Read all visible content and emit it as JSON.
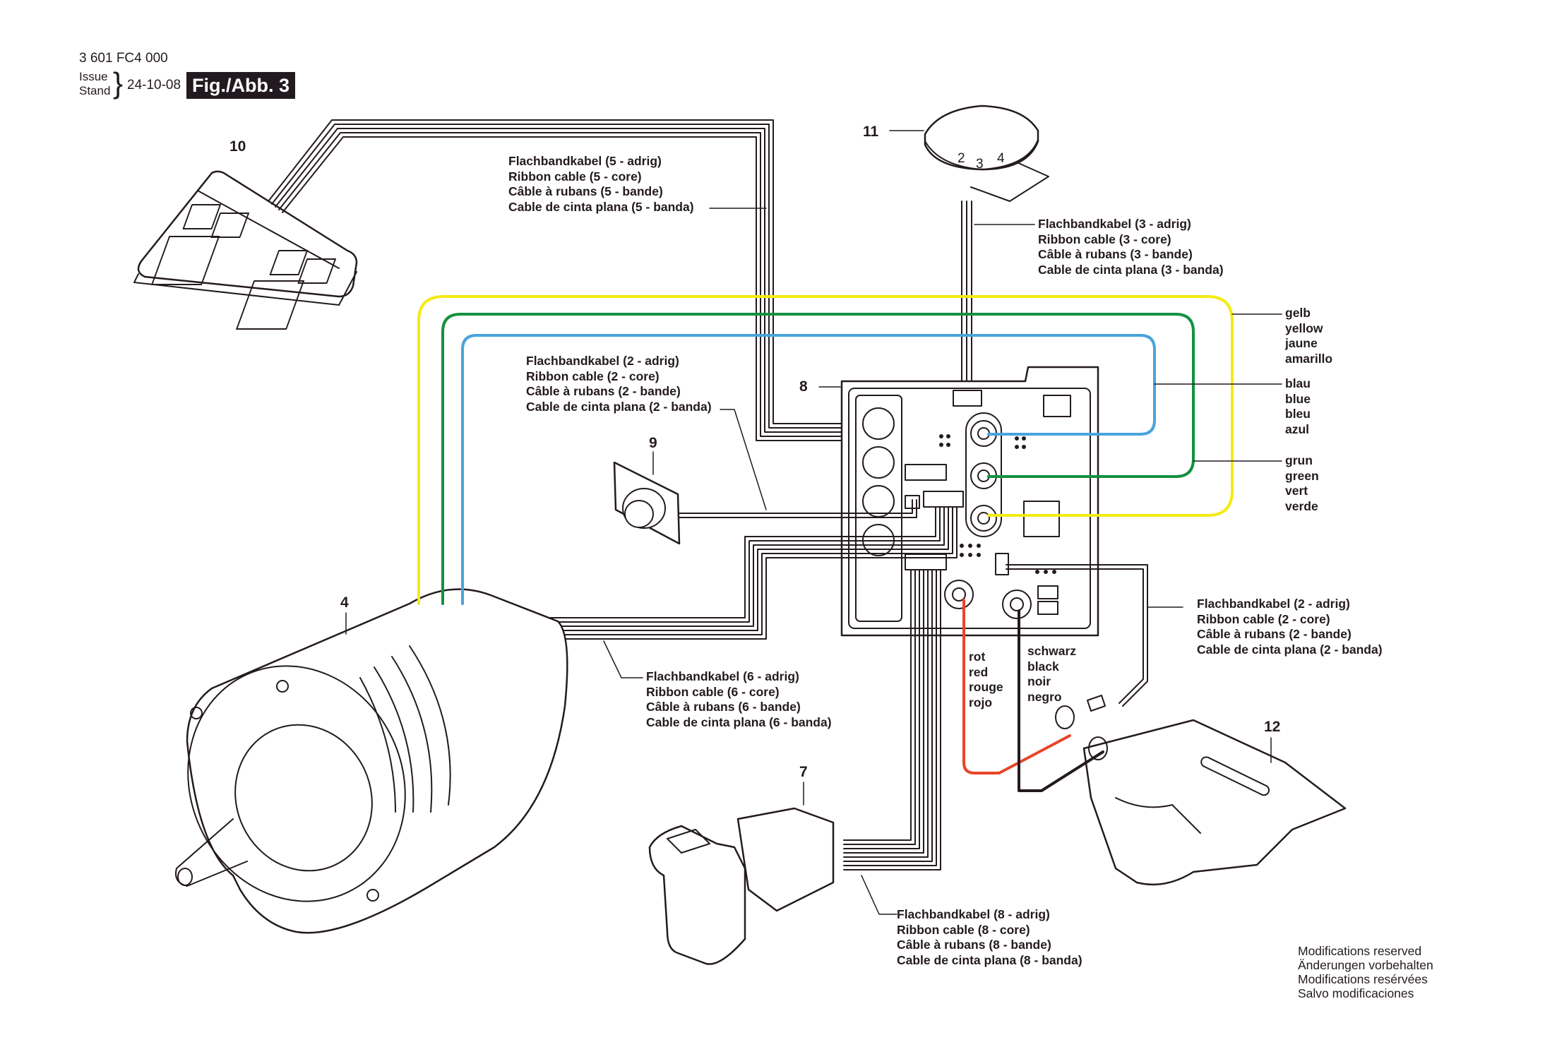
{
  "header": {
    "document_number": "3 601 FC4 000",
    "issue_label_en": "Issue",
    "issue_label_de": "Stand",
    "issue_date": "24-10-08",
    "figure_title": "Fig./Abb. 3"
  },
  "parts": [
    {
      "number": "4",
      "name": "motor"
    },
    {
      "number": "7",
      "name": "switch"
    },
    {
      "number": "8",
      "name": "control-board"
    },
    {
      "number": "9",
      "name": "push-button-board"
    },
    {
      "number": "10",
      "name": "keypad"
    },
    {
      "number": "11",
      "name": "selector-knob"
    },
    {
      "number": "12",
      "name": "base-plate"
    }
  ],
  "knob_digits": [
    "2",
    "3",
    "4"
  ],
  "cable_labels": {
    "ribbon5": [
      "Flachbandkabel (5 - adrig)",
      "Ribbon cable (5 - core)",
      "Câble à rubans (5 - bande)",
      "Cable de cinta plana (5 - banda)"
    ],
    "ribbon3": [
      "Flachbandkabel (3 - adrig)",
      "Ribbon cable (3 - core)",
      "Câble à rubans (3 - bande)",
      "Cable de cinta plana (3 - banda)"
    ],
    "ribbon2_left": [
      "Flachbandkabel (2 - adrig)",
      "Ribbon cable (2 - core)",
      "Câble à rubans (2 - bande)",
      "Cable de cinta plana (2 - banda)"
    ],
    "ribbon2_right": [
      "Flachbandkabel (2 - adrig)",
      "Ribbon cable (2 - core)",
      "Câble à rubans (2 - bande)",
      "Cable de cinta plana (2 - banda)"
    ],
    "ribbon6": [
      "Flachbandkabel (6 - adrig)",
      "Ribbon cable (6 - core)",
      "Câble à rubans (6 - bande)",
      "Cable de cinta plana (6 - banda)"
    ],
    "ribbon8": [
      "Flachbandkabel (8 - adrig)",
      "Ribbon cable (8 - core)",
      "Câble à rubans (8 - bande)",
      "Cable de cinta plana (8 - banda)"
    ]
  },
  "wire_colors": {
    "yellow": {
      "labels": [
        "gelb",
        "yellow",
        "jaune",
        "amarillo"
      ],
      "hex": "#f5ea14"
    },
    "blue": {
      "labels": [
        "blau",
        "blue",
        "bleu",
        "azul"
      ],
      "hex": "#4aa3dc"
    },
    "green": {
      "labels": [
        "grun",
        "green",
        "vert",
        "verde"
      ],
      "hex": "#13913f"
    },
    "red": {
      "labels": [
        "rot",
        "red",
        "rouge",
        "rojo"
      ],
      "hex": "#e8452a"
    },
    "black": {
      "labels": [
        "schwarz",
        "black",
        "noir",
        "negro"
      ],
      "hex": "#231a20"
    }
  },
  "footer_note": [
    "Modifications reserved",
    "Änderungen vorbehalten",
    "Modifications resérvées",
    "Salvo modificaciones"
  ]
}
